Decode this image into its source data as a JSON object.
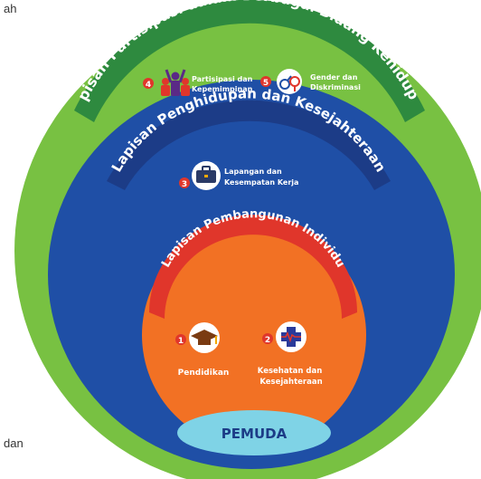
{
  "edge_text": {
    "top_left": "ah",
    "bottom_left": "dan"
  },
  "layers": {
    "outer": {
      "title": "Lapisan Partisipasi dalam Berbagai Bidang Kehidupan",
      "color": "#78c142",
      "band_color": "#2e8a3f"
    },
    "middle": {
      "title": "Lapisan Penghidupan dan Kesejahteraan",
      "color": "#1f4fa6",
      "band_color": "#1c3c87"
    },
    "inner": {
      "title": "Lapisan Pembangunan Individu",
      "color": "#f27124",
      "band_color": "#e0362b"
    }
  },
  "items": [
    {
      "number": "1",
      "label_lines": [
        "Pendidikan"
      ],
      "icon": "graduation-cap-icon"
    },
    {
      "number": "2",
      "label_lines": [
        "Kesehatan dan",
        "Kesejahteraan"
      ],
      "icon": "health-cross-icon"
    },
    {
      "number": "3",
      "label_lines": [
        "Lapangan dan",
        "Kesempatan Kerja"
      ],
      "icon": "briefcase-icon"
    },
    {
      "number": "4",
      "label_lines": [
        "Partisipasi dan",
        "Kepemimpinan"
      ],
      "icon": "people-raised-hands-icon"
    },
    {
      "number": "5",
      "label_lines": [
        "Gender dan",
        "Diskriminasi"
      ],
      "icon": "gender-symbols-icon"
    }
  ],
  "core": {
    "label": "PEMUDA",
    "color": "#7fd3e6"
  }
}
